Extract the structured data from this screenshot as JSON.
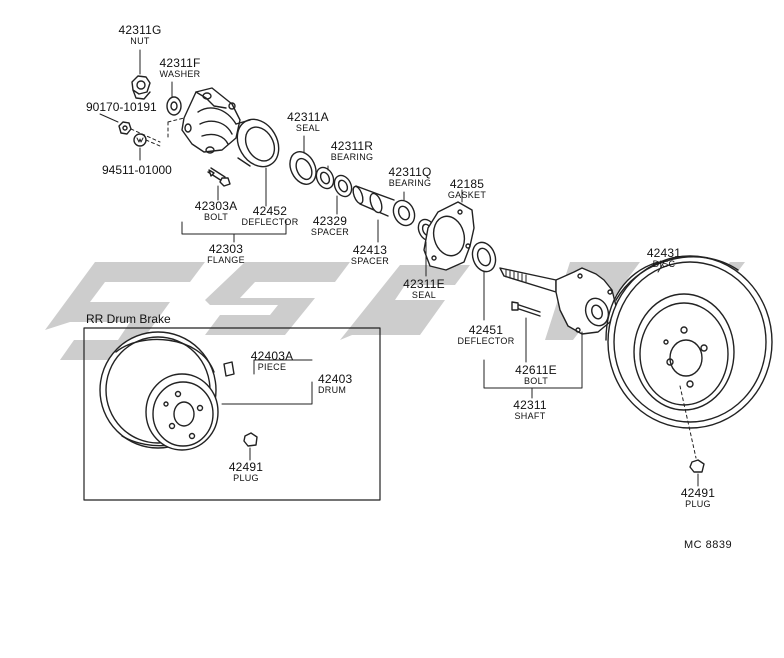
{
  "diagram": {
    "watermark": "",
    "inset_title": "RR Drum Brake",
    "figure_code": "MC 8839",
    "colors": {
      "line": "#222222",
      "watermark": "#c9c9c9",
      "background": "#ffffff"
    }
  },
  "parts": [
    {
      "id": "p42311G",
      "number": "42311G",
      "name": "NUT"
    },
    {
      "id": "p42311F",
      "number": "42311F",
      "name": "WASHER"
    },
    {
      "id": "p90170",
      "number": "90170-10191",
      "name": ""
    },
    {
      "id": "p94511",
      "number": "94511-01000",
      "name": ""
    },
    {
      "id": "p42303A",
      "number": "42303A",
      "name": "BOLT"
    },
    {
      "id": "p42452",
      "number": "42452",
      "name": "DEFLECTOR"
    },
    {
      "id": "p42303",
      "number": "42303",
      "name": "FLANGE"
    },
    {
      "id": "p42311A",
      "number": "42311A",
      "name": "SEAL"
    },
    {
      "id": "p42311R",
      "number": "42311R",
      "name": "BEARING"
    },
    {
      "id": "p42329",
      "number": "42329",
      "name": "SPACER"
    },
    {
      "id": "p42311Q",
      "number": "42311Q",
      "name": "BEARING"
    },
    {
      "id": "p42413",
      "number": "42413",
      "name": "SPACER"
    },
    {
      "id": "p42185",
      "number": "42185",
      "name": "GASKET"
    },
    {
      "id": "p42311E",
      "number": "42311E",
      "name": "SEAL"
    },
    {
      "id": "p42431",
      "number": "42431",
      "name": "DISC"
    },
    {
      "id": "p42451",
      "number": "42451",
      "name": "DEFLECTOR"
    },
    {
      "id": "p42611E",
      "number": "42611E",
      "name": "BOLT"
    },
    {
      "id": "p42311",
      "number": "42311",
      "name": "SHAFT"
    },
    {
      "id": "p42491a",
      "number": "42491",
      "name": "PLUG"
    },
    {
      "id": "p42403A",
      "number": "42403A",
      "name": "PIECE"
    },
    {
      "id": "p42403",
      "number": "42403",
      "name": "DRUM"
    },
    {
      "id": "p42491b",
      "number": "42491",
      "name": "PLUG"
    }
  ]
}
